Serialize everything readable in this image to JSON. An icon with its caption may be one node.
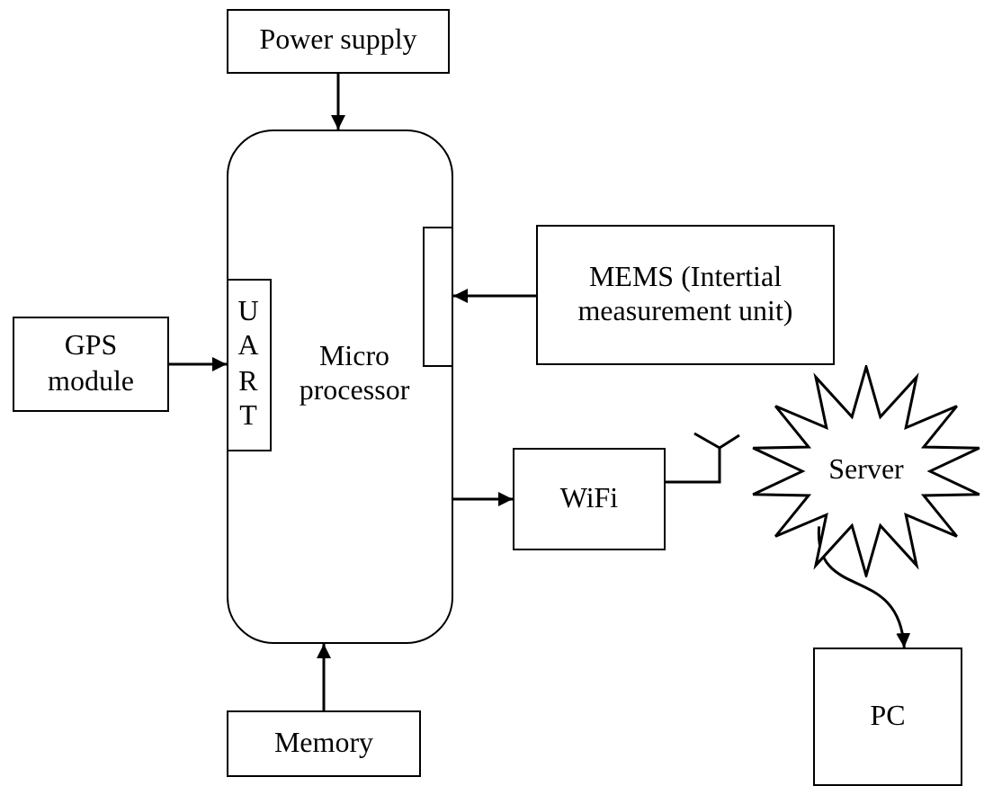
{
  "diagram": {
    "nodes": [
      {
        "text": [
          "Power supply"
        ]
      },
      {
        "text": [
          "Micro processor"
        ]
      },
      {
        "text": [
          "UART"
        ],
        "in": 1
      },
      {
        "text": [],
        "shape": "box",
        "in": 1
      },
      {
        "text": [
          "GPS module"
        ]
      },
      {
        "text": [
          "MEMS (Intertial measurement unit)"
        ]
      },
      {
        "text": [
          "WiFi"
        ]
      },
      {
        "text": [
          "Server"
        ]
      },
      {
        "text": [
          "PC"
        ]
      },
      {
        "text": [
          "Memory"
        ]
      }
    ],
    "edges": [
      {
        "from": 0,
        "to": 1,
        "arrow": "to"
      },
      {
        "from": 4,
        "to": 2,
        "arrow": "to"
      },
      {
        "from": 5,
        "to": 3,
        "arrow": "to"
      },
      {
        "from": 1,
        "to": 6,
        "arrow": "to"
      },
      {
        "from": 9,
        "to": 1,
        "arrow": "to"
      },
      {
        "from": 7,
        "to": 8,
        "arrow": "to"
      }
    ]
  }
}
